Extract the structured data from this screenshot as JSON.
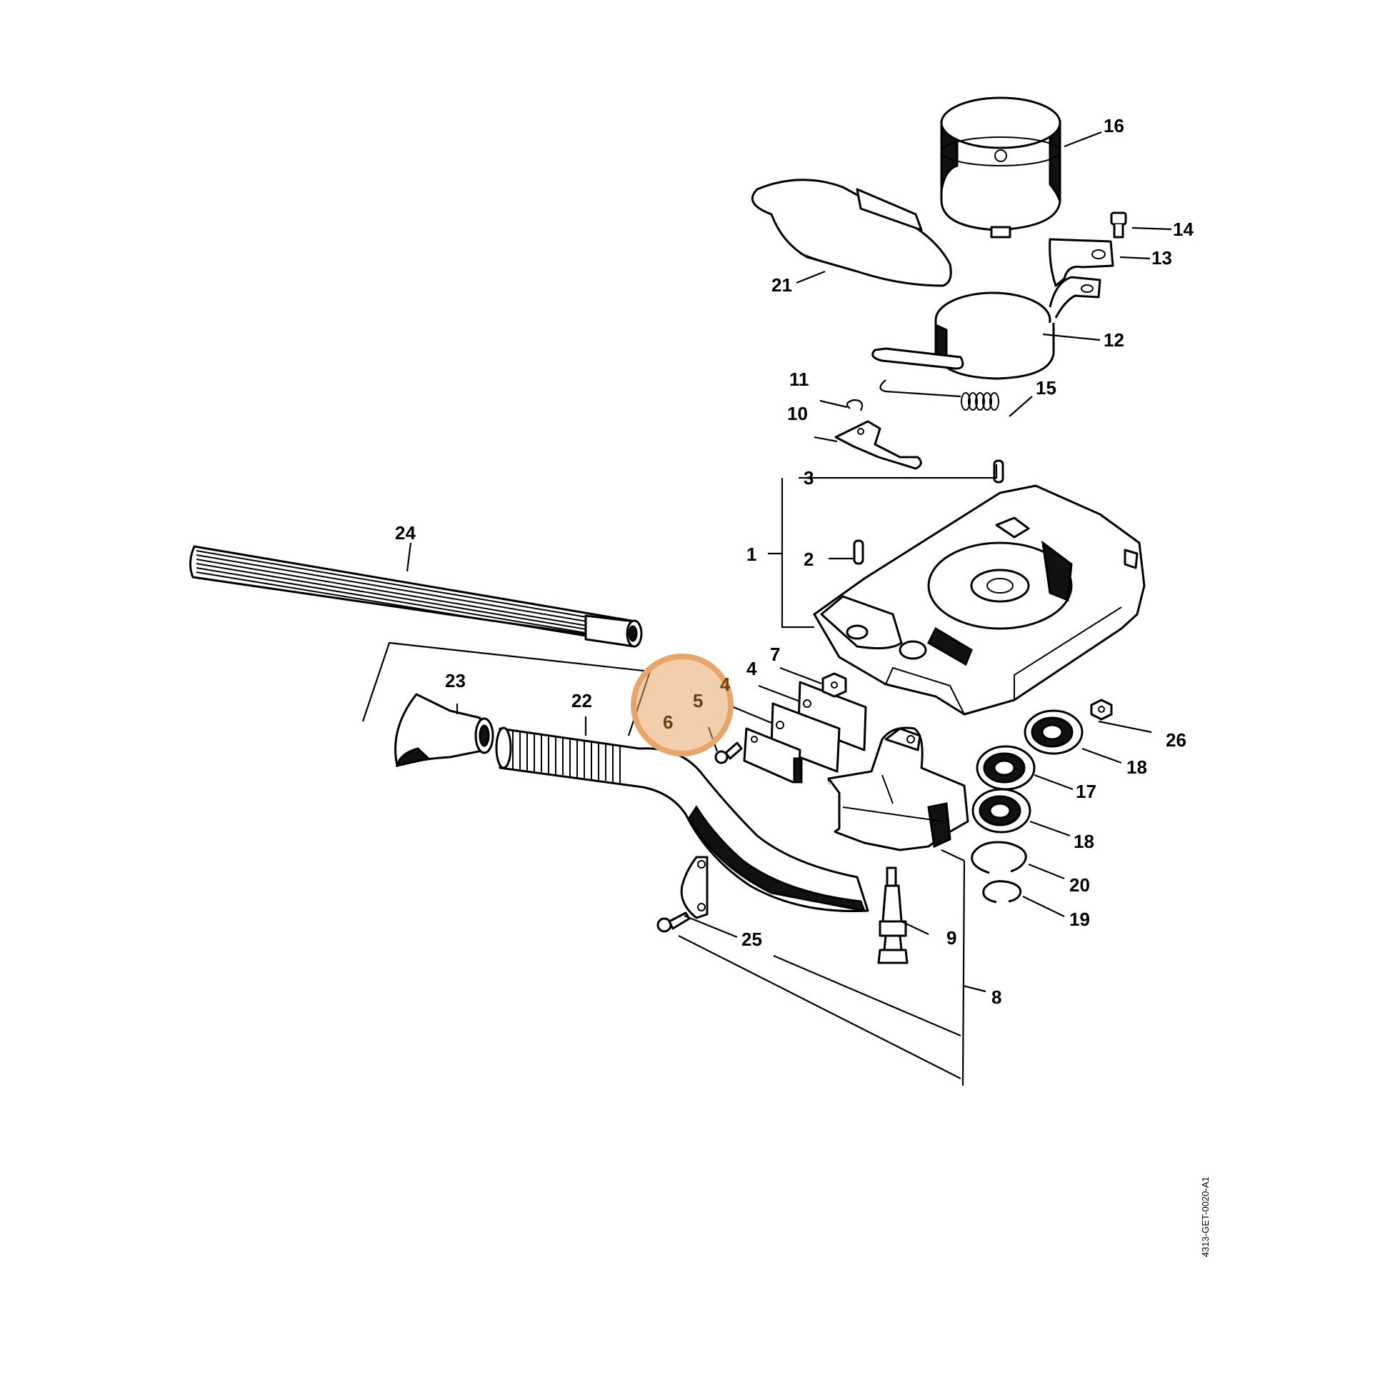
{
  "doc_id": "4313-GET-0020-A1",
  "highlight_color": "#e8a56a",
  "callouts": {
    "c1": "1",
    "c2": "2",
    "c3": "3",
    "c4": "4",
    "c5": "5",
    "c6": "6",
    "c7": "7",
    "c8": "8",
    "c9": "9",
    "c10": "10",
    "c11": "11",
    "c12": "12",
    "c13": "13",
    "c14": "14",
    "c15": "15",
    "c16": "16",
    "c17": "17",
    "c18a": "18",
    "c18b": "18",
    "c19": "19",
    "c20": "20",
    "c21": "21",
    "c22": "22",
    "c23": "23",
    "c24": "24",
    "c25": "25",
    "c26": "26"
  }
}
